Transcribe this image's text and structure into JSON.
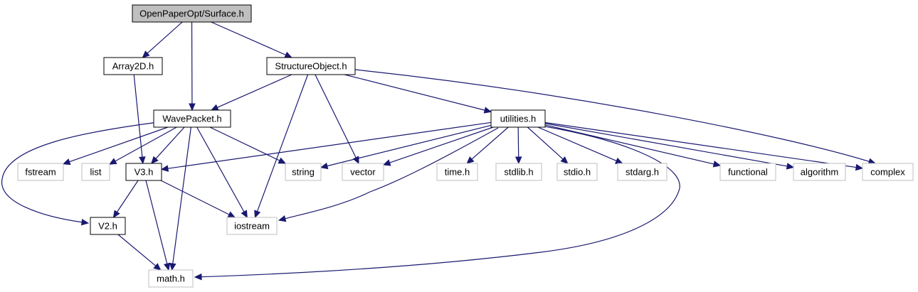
{
  "title": "OpenPaperOpt/Surface.h",
  "colors": {
    "edge": "#191970",
    "root_fill": "#bfbfbf",
    "node_border": "#000000",
    "external_border": "#bfbfbf"
  },
  "nodes": [
    {
      "id": "surface",
      "label": "OpenPaperOpt/Surface.h",
      "kind": "root"
    },
    {
      "id": "array2d",
      "label": "Array2D.h",
      "kind": "local"
    },
    {
      "id": "structobj",
      "label": "StructureObject.h",
      "kind": "local"
    },
    {
      "id": "wavepacket",
      "label": "WavePacket.h",
      "kind": "local"
    },
    {
      "id": "utilities",
      "label": "utilities.h",
      "kind": "local"
    },
    {
      "id": "v3",
      "label": "V3.h",
      "kind": "local"
    },
    {
      "id": "v2",
      "label": "V2.h",
      "kind": "local"
    },
    {
      "id": "fstream",
      "label": "fstream",
      "kind": "external"
    },
    {
      "id": "list",
      "label": "list",
      "kind": "external"
    },
    {
      "id": "string",
      "label": "string",
      "kind": "external"
    },
    {
      "id": "vector",
      "label": "vector",
      "kind": "external"
    },
    {
      "id": "time",
      "label": "time.h",
      "kind": "external"
    },
    {
      "id": "stdlib",
      "label": "stdlib.h",
      "kind": "external"
    },
    {
      "id": "stdio",
      "label": "stdio.h",
      "kind": "external"
    },
    {
      "id": "stdarg",
      "label": "stdarg.h",
      "kind": "external"
    },
    {
      "id": "functional",
      "label": "functional",
      "kind": "external"
    },
    {
      "id": "algorithm",
      "label": "algorithm",
      "kind": "external"
    },
    {
      "id": "complex",
      "label": "complex",
      "kind": "external"
    },
    {
      "id": "iostream",
      "label": "iostream",
      "kind": "external"
    },
    {
      "id": "math",
      "label": "math.h",
      "kind": "external"
    }
  ],
  "edges": [
    [
      "surface",
      "array2d"
    ],
    [
      "surface",
      "wavepacket"
    ],
    [
      "surface",
      "structobj"
    ],
    [
      "array2d",
      "v3"
    ],
    [
      "structobj",
      "wavepacket"
    ],
    [
      "structobj",
      "utilities"
    ],
    [
      "structobj",
      "iostream"
    ],
    [
      "structobj",
      "vector"
    ],
    [
      "structobj",
      "complex"
    ],
    [
      "wavepacket",
      "fstream"
    ],
    [
      "wavepacket",
      "list"
    ],
    [
      "wavepacket",
      "v3"
    ],
    [
      "wavepacket",
      "v2"
    ],
    [
      "wavepacket",
      "string"
    ],
    [
      "wavepacket",
      "iostream"
    ],
    [
      "wavepacket",
      "math"
    ],
    [
      "utilities",
      "v3"
    ],
    [
      "utilities",
      "string"
    ],
    [
      "utilities",
      "vector"
    ],
    [
      "utilities",
      "time"
    ],
    [
      "utilities",
      "stdlib"
    ],
    [
      "utilities",
      "stdio"
    ],
    [
      "utilities",
      "stdarg"
    ],
    [
      "utilities",
      "functional"
    ],
    [
      "utilities",
      "algorithm"
    ],
    [
      "utilities",
      "complex"
    ],
    [
      "utilities",
      "iostream"
    ],
    [
      "utilities",
      "math"
    ],
    [
      "v3",
      "v2"
    ],
    [
      "v3",
      "iostream"
    ],
    [
      "v3",
      "math"
    ],
    [
      "v2",
      "math"
    ]
  ]
}
